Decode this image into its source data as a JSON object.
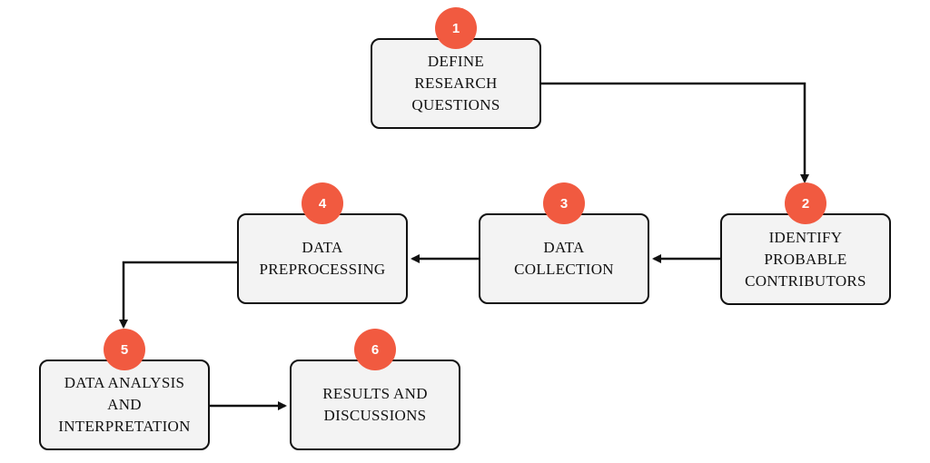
{
  "colors": {
    "badge": "#f15a40",
    "box_fill": "#f3f3f3",
    "box_border": "#111111",
    "connector": "#111111"
  },
  "steps": [
    {
      "number": "1",
      "label": "DEFINE\nRESEARCH\nQUESTIONS"
    },
    {
      "number": "2",
      "label": "IDENTIFY\nPROBABLE\nCONTRIBUTORS"
    },
    {
      "number": "3",
      "label": "DATA\nCOLLECTION"
    },
    {
      "number": "4",
      "label": "DATA\nPREPROCESSING"
    },
    {
      "number": "5",
      "label": "DATA ANALYSIS\nAND\nINTERPRETATION"
    },
    {
      "number": "6",
      "label": "RESULTS AND\nDISCUSSIONS"
    }
  ],
  "connections": [
    {
      "from": 1,
      "to": 2
    },
    {
      "from": 2,
      "to": 3
    },
    {
      "from": 3,
      "to": 4
    },
    {
      "from": 4,
      "to": 5
    },
    {
      "from": 5,
      "to": 6
    }
  ]
}
